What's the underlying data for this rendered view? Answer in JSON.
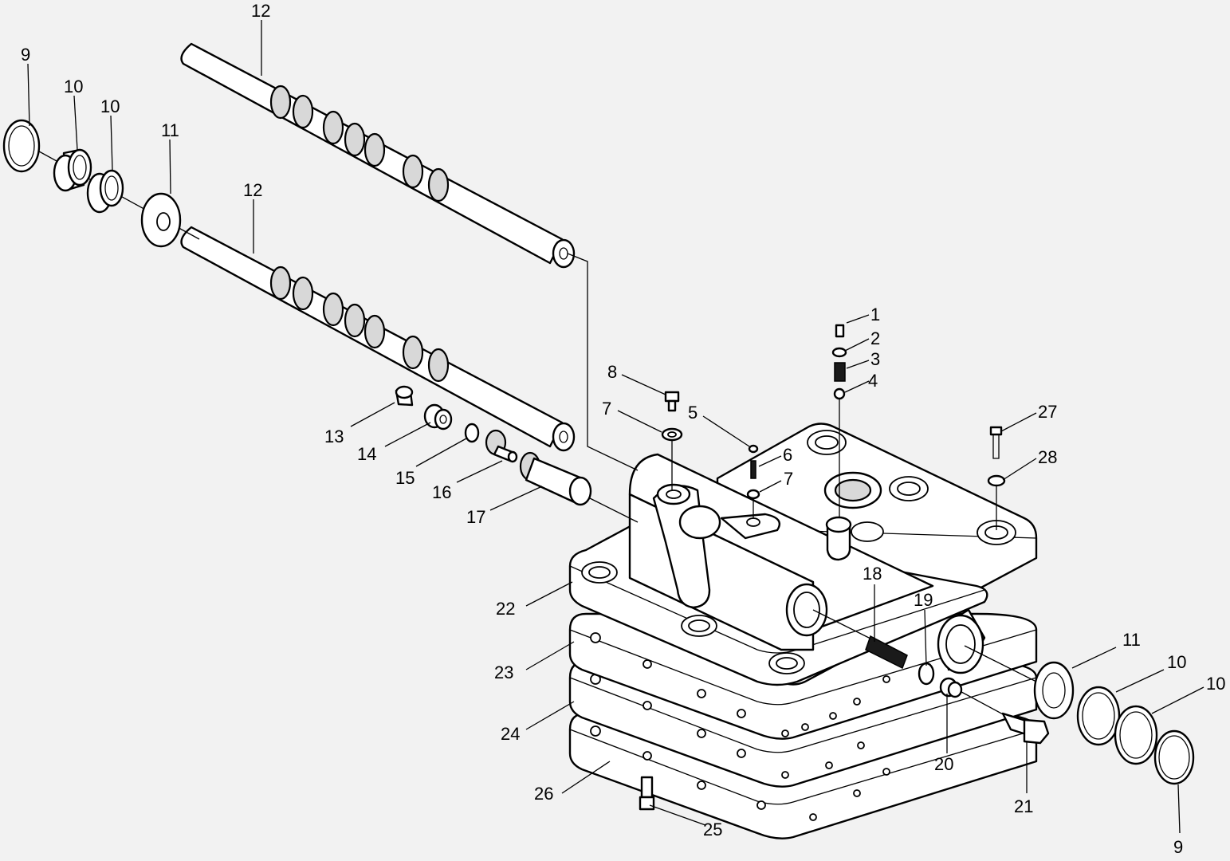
{
  "callouts": [
    {
      "id": "c1",
      "text": "1"
    },
    {
      "id": "c2",
      "text": "2"
    },
    {
      "id": "c3",
      "text": "3"
    },
    {
      "id": "c4",
      "text": "4"
    },
    {
      "id": "c5",
      "text": "5"
    },
    {
      "id": "c6",
      "text": "6"
    },
    {
      "id": "c7a",
      "text": "7"
    },
    {
      "id": "c7b",
      "text": "7"
    },
    {
      "id": "c8",
      "text": "8"
    },
    {
      "id": "c9a",
      "text": "9"
    },
    {
      "id": "c9b",
      "text": "9"
    },
    {
      "id": "c10a",
      "text": "10"
    },
    {
      "id": "c10b",
      "text": "10"
    },
    {
      "id": "c10c",
      "text": "10"
    },
    {
      "id": "c10d",
      "text": "10"
    },
    {
      "id": "c11a",
      "text": "11"
    },
    {
      "id": "c11b",
      "text": "11"
    },
    {
      "id": "c12a",
      "text": "12"
    },
    {
      "id": "c12b",
      "text": "12"
    },
    {
      "id": "c13",
      "text": "13"
    },
    {
      "id": "c14",
      "text": "14"
    },
    {
      "id": "c15",
      "text": "15"
    },
    {
      "id": "c16",
      "text": "16"
    },
    {
      "id": "c17",
      "text": "17"
    },
    {
      "id": "c18",
      "text": "18"
    },
    {
      "id": "c19",
      "text": "19"
    },
    {
      "id": "c20",
      "text": "20"
    },
    {
      "id": "c21",
      "text": "21"
    },
    {
      "id": "c22",
      "text": "22"
    },
    {
      "id": "c23",
      "text": "23"
    },
    {
      "id": "c24",
      "text": "24"
    },
    {
      "id": "c25",
      "text": "25"
    },
    {
      "id": "c26",
      "text": "26"
    },
    {
      "id": "c27",
      "text": "27"
    },
    {
      "id": "c28",
      "text": "28"
    }
  ]
}
